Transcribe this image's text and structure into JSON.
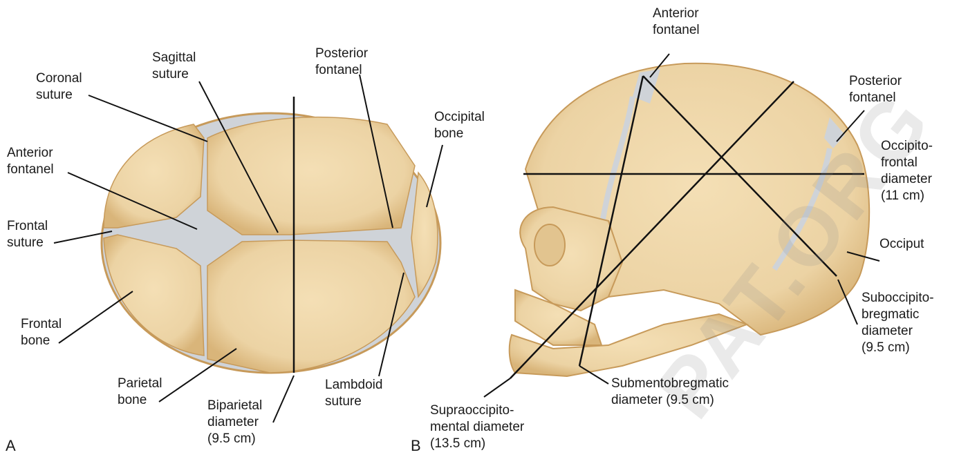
{
  "panel_a": {
    "letter": "A",
    "labels": {
      "coronal_suture": "Coronal\nsuture",
      "sagittal_suture": "Sagittal\nsuture",
      "posterior_fontanel": "Posterior\nfontanel",
      "occipital_bone": "Occipital\nbone",
      "anterior_fontanel": "Anterior\nfontanel",
      "frontal_suture": "Frontal\nsuture",
      "frontal_bone": "Frontal\nbone",
      "parietal_bone": "Parietal\nbone",
      "biparietal_diameter": "Biparietal\ndiameter\n(9.5 cm)",
      "lambdoid_suture": "Lambdoid\nsuture"
    }
  },
  "panel_b": {
    "letter": "B",
    "labels": {
      "anterior_fontanel": "Anterior\nfontanel",
      "posterior_fontanel": "Posterior\nfontanel",
      "occipitofrontal_diameter": "Occipito-\nfrontal\ndiameter\n(11 cm)",
      "occiput": "Occiput",
      "suboccipitobregmatic_diameter": "Suboccipito-\nbregmatic\ndiameter\n(9.5 cm)",
      "submentobregmatic_diameter": "Submentobregmatic\ndiameter (9.5 cm)",
      "supraoccipitomental_diameter": "Supraoccipito-\nmental diameter\n(13.5 cm)"
    }
  },
  "watermark": "PAT.ORG",
  "colors": {
    "bone": "#ecd3a4",
    "bone_edge": "#c79a5a",
    "fontanel": "#cfd3d8",
    "line": "#111111"
  }
}
